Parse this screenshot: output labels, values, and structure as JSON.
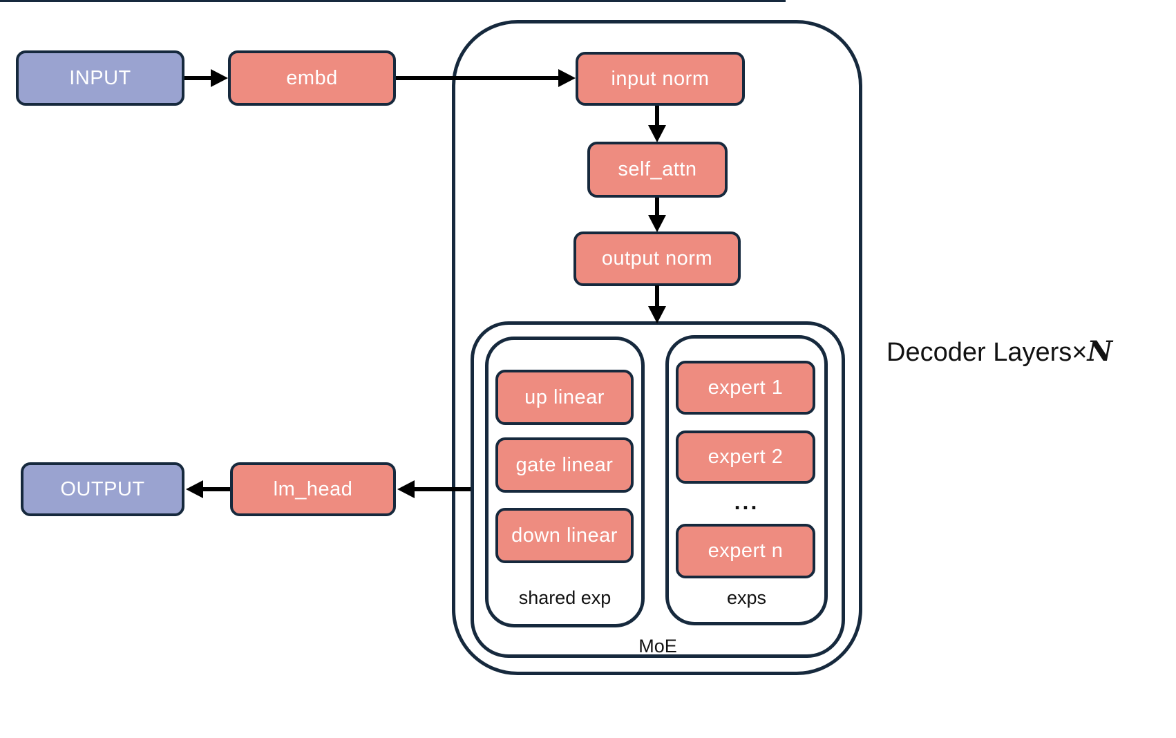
{
  "colors": {
    "node_fill": "#EE8C80",
    "io_fill": "#9AA3D0",
    "node_border": "#16293D",
    "arrow": "#000000",
    "label": "#111111",
    "node_text": "#FFFFFF",
    "bg": "#FFFFFF"
  },
  "nodes": {
    "input": "INPUT",
    "embd": "embd",
    "input_norm": "input norm",
    "self_attn": "self_attn",
    "output_norm": "output norm",
    "up_linear": "up linear",
    "gate_linear": "gate linear",
    "down_linear": "down linear",
    "expert_1": "expert 1",
    "expert_2": "expert 2",
    "expert_n": "expert n",
    "lm_head": "lm_head",
    "output": "OUTPUT"
  },
  "labels": {
    "shared_exp": "shared exp",
    "exps": "exps",
    "moe": "MoE",
    "ellipsis": "...",
    "decoder_layers": "Decoder Layers",
    "times": "×",
    "n": "N"
  }
}
